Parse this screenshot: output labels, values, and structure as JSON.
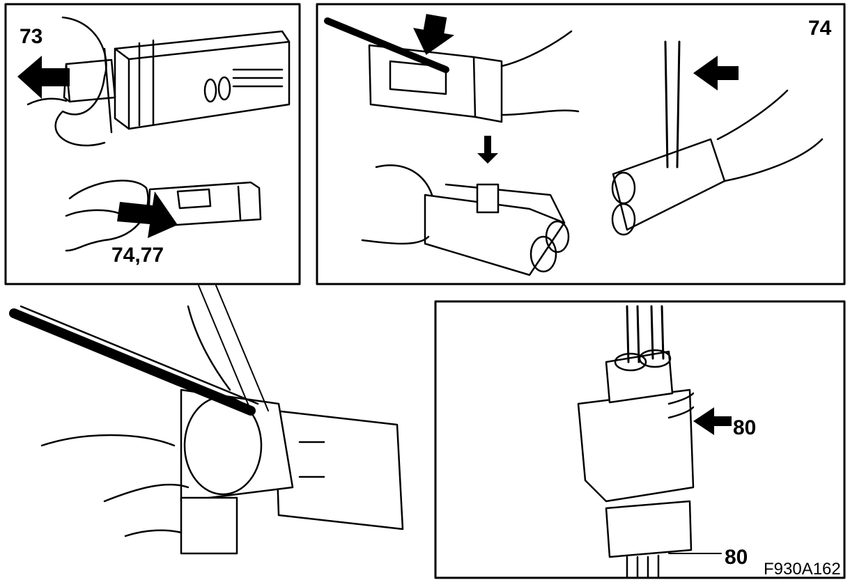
{
  "labels": {
    "panel_a_top": "73",
    "panel_a_bottom": "74,77",
    "panel_b": "74",
    "panel_d_side": "80",
    "panel_d_bottom": "80"
  },
  "figure_code": "F930A162",
  "colors": {
    "line": "#000000",
    "fill": "#ffffff",
    "arrow": "#000000"
  }
}
